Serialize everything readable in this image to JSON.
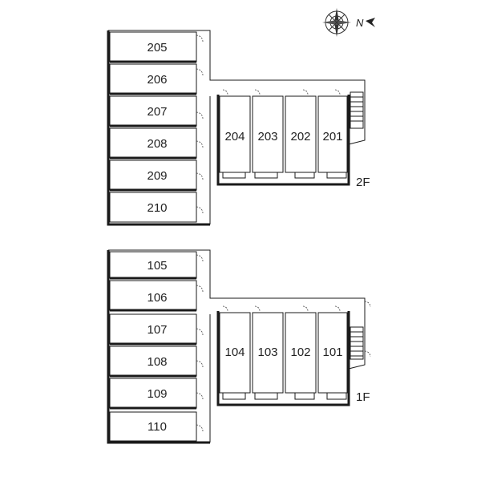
{
  "compass": {
    "label": "N",
    "icon": "compass-rose-icon"
  },
  "floors": [
    {
      "id": "2F",
      "label": "2F",
      "wing_rooms": [
        "205",
        "206",
        "207",
        "208",
        "209",
        "210"
      ],
      "block_rooms": [
        "204",
        "203",
        "202",
        "201"
      ]
    },
    {
      "id": "1F",
      "label": "1F",
      "wing_rooms": [
        "105",
        "106",
        "107",
        "108",
        "109",
        "110"
      ],
      "block_rooms": [
        "104",
        "103",
        "102",
        "101"
      ]
    }
  ]
}
